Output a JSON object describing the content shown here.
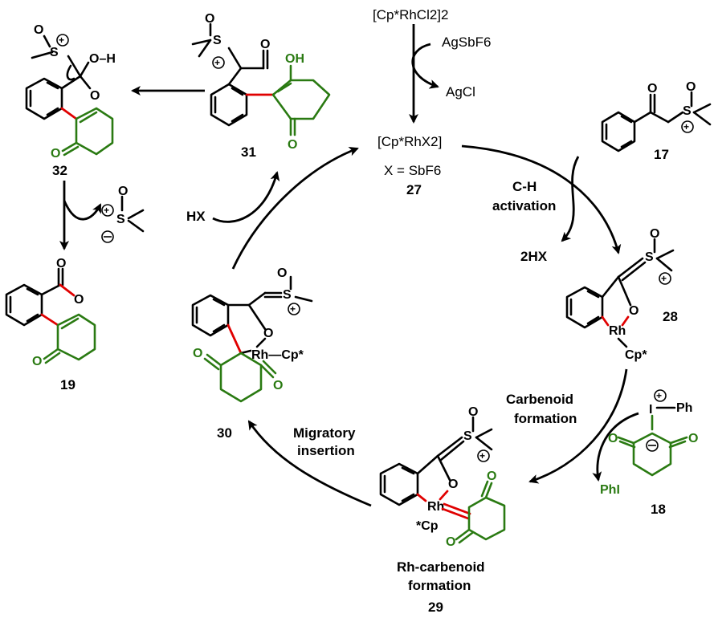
{
  "reagents": {
    "catalyst": "[Cp*RhCl2]2",
    "additive": "AgSbF6",
    "byproduct": "AgCl",
    "active_catalyst": "[Cp*RhX2]",
    "x_def": "X = SbF6"
  },
  "steps": {
    "ch_activation_1": "C-H",
    "ch_activation_2": "activation",
    "hx_out": "2HX",
    "carbenoid_1": "Carbenoid",
    "carbenoid_2": "formation",
    "migratory_1": "Migratory",
    "migratory_2": "insertion",
    "rh_carbenoid_1": "Rh-carbenoid",
    "rh_carbenoid_2": "formation",
    "hx_in": "HX",
    "phi": "PhI"
  },
  "compounds": {
    "c17": "17",
    "c18": "18",
    "c19": "19",
    "c27": "27",
    "c28": "28",
    "c29": "29",
    "c30": "30",
    "c31": "31",
    "c32": "32"
  },
  "atoms": {
    "O": "O",
    "S": "S",
    "OH": "OH",
    "O_H": "O–H",
    "Rh": "Rh",
    "Cp": "Cp*",
    "Cp_left": "*Cp",
    "Rh_Cp": "Rh—Cp*",
    "I": "I",
    "Ph": "Ph"
  },
  "colors": {
    "green": "#2a7a12",
    "red": "#e00000",
    "black": "#000000"
  }
}
